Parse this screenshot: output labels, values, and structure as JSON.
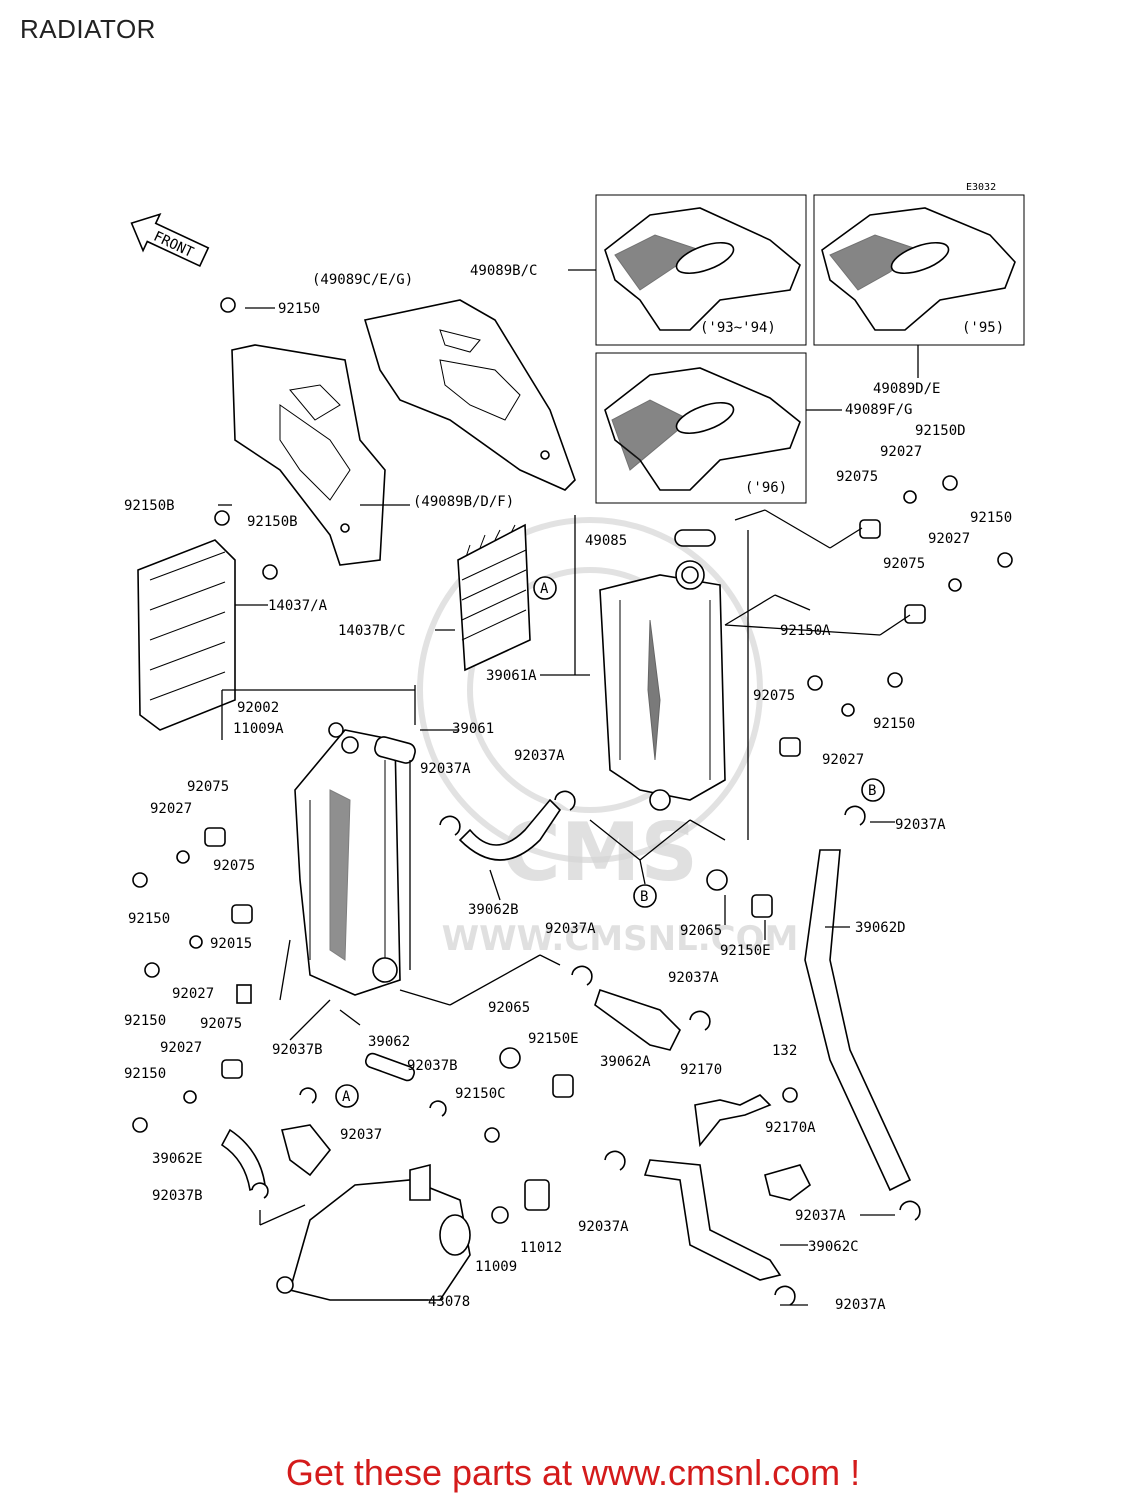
{
  "header": {
    "title": "RADIATOR"
  },
  "diagram": {
    "code": "E3032",
    "front_label": "FRONT",
    "callouts": [
      "A",
      "B"
    ],
    "watermark": "WWW.CMSNL.COM",
    "year_labels": [
      "('93~'94)",
      "('95)",
      "('96)"
    ],
    "labels": [
      "(49089C/E/G)",
      "49089B/C",
      "92150",
      "92150B",
      "92150B",
      "(49089B/D/F)",
      "49089D/E",
      "49089F/G",
      "92150D",
      "92027",
      "92075",
      "92150",
      "92027",
      "92075",
      "49085",
      "14037/A",
      "14037B/C",
      "39061A",
      "92150A",
      "92150",
      "92075",
      "92027",
      "92002",
      "11009A",
      "39061",
      "92037A",
      "92037A",
      "92075",
      "92027",
      "92075",
      "92150",
      "92037A",
      "39062B",
      "92065",
      "92150E",
      "39062D",
      "92015",
      "92150",
      "92027",
      "92075",
      "92037A",
      "92037A",
      "92065",
      "92150E",
      "39062A",
      "92027",
      "92150",
      "92037B",
      "39062",
      "92037B",
      "92150C",
      "92170",
      "132",
      "92037",
      "92170A",
      "39062E",
      "92037B",
      "11009",
      "11012",
      "92037A",
      "92037A",
      "39062C",
      "43078",
      "92037A"
    ]
  },
  "footer": {
    "text": "Get these parts at www.cmsnl.com !"
  }
}
